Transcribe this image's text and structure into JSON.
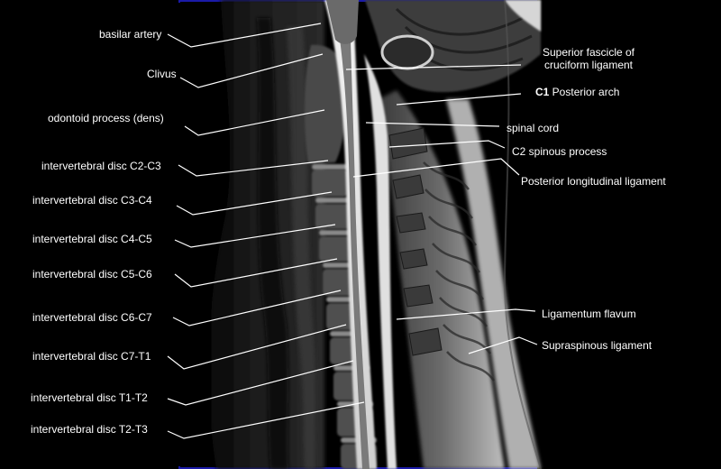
{
  "labels": {
    "basilar_artery": "basilar artery",
    "clivus": "Clivus",
    "dens": "odontoid process (dens)",
    "disc_c2_c3": "intervertebral disc C2-C3",
    "disc_c3_c4": "intervertebral disc C3-C4",
    "disc_c4_c5": "intervertebral disc C4-C5",
    "disc_c5_c6": "intervertebral disc C5-C6",
    "disc_c6_c7": "intervertebral disc C6-C7",
    "disc_c7_t1": "intervertebral disc C7-T1",
    "disc_t1_t2": "intervertebral disc T1-T2",
    "disc_t2_t3": "intervertebral disc T2-T3",
    "cruciform_line1": "Superior fascicle of",
    "cruciform_line2": "cruciform ligament",
    "c1_bold": "C1",
    "c1_rest": " Posterior arch",
    "spinal_cord": "spinal cord",
    "c2_spinous": "C2 spinous process",
    "pll": "Posterior longitudinal ligament",
    "lig_flavum": "Ligamentum flavum",
    "supraspinous": "Supraspinous ligament"
  },
  "colors": {
    "background": "#000000",
    "text": "#ffffff",
    "leader": "#ffffff",
    "frame_bar": "#1a1aa8"
  }
}
